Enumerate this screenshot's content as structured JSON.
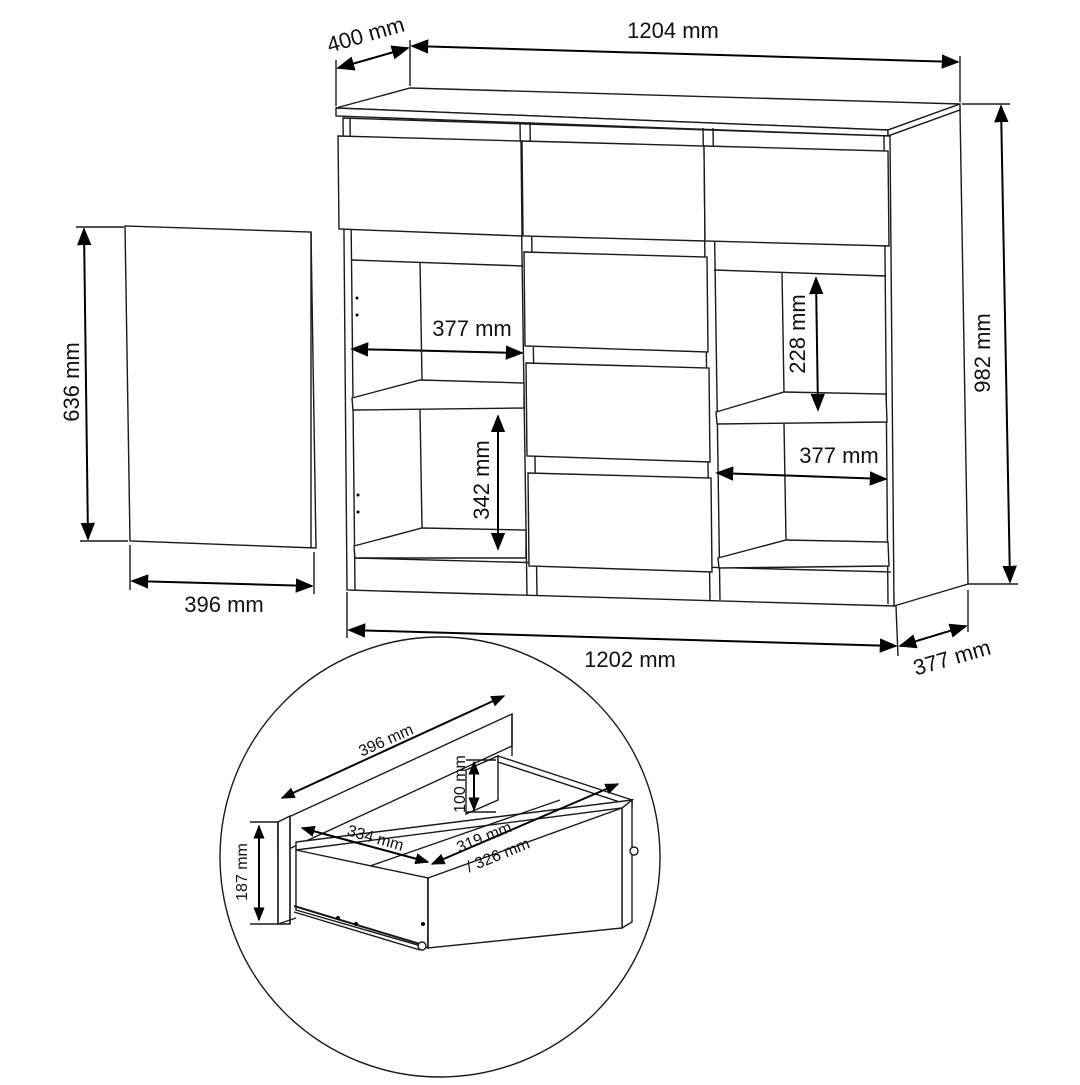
{
  "colors": {
    "line": "#1a1a1a",
    "background": "#ffffff"
  },
  "dimensions": {
    "depth_top": "400 mm",
    "width_top": "1204 mm",
    "height_total": "982 mm",
    "width_bottom": "1202 mm",
    "depth_bottom": "377 mm",
    "shelf_width_left": "377 mm",
    "shelf_width_right": "377 mm",
    "shelf_height_right": "228 mm",
    "shelf_height_left": "342 mm",
    "door_height": "636 mm",
    "door_width": "396 mm"
  },
  "drawer_detail": {
    "front_width": "396 mm",
    "front_height": "187 mm",
    "box_height": "100 mm",
    "inner_width": "334 mm",
    "inner_depth": "319 mm",
    "inner_depth_alt": "/ 326 mm"
  }
}
